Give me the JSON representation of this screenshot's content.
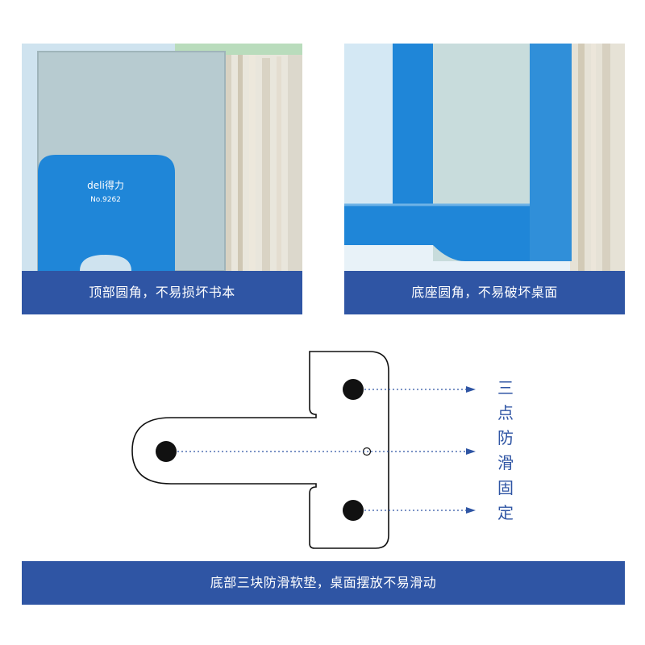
{
  "panels": [
    {
      "caption": "顶部圆角，不易损坏书本",
      "brand_logo": "deli得力",
      "model_no": "No.9262"
    },
    {
      "caption": "底座圆角，不易破坏桌面"
    }
  ],
  "diagram": {
    "label_chars": [
      "三",
      "点",
      "防",
      "滑",
      "固",
      "定"
    ]
  },
  "bottom_bar": {
    "text": "底部三块防滑软垫，桌面摆放不易滑动"
  },
  "colors": {
    "brand_blue": "#2f55a4",
    "bookend_blue": "#1f86d8",
    "pad_black": "#111111"
  }
}
